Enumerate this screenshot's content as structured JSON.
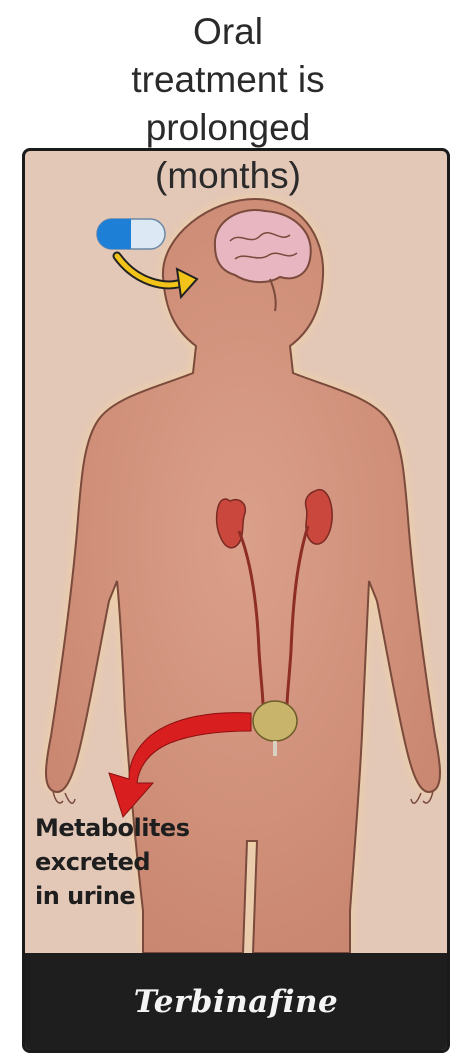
{
  "title": {
    "line1": "Oral",
    "line2": "treatment is",
    "line3": "prolonged",
    "line4": "(months)"
  },
  "caption": {
    "line1": "Metabolites",
    "line2": "excreted",
    "line3": "in urine"
  },
  "drug": {
    "name": "Terbinafine"
  },
  "colors": {
    "background": "#e3c7b7",
    "body": "#d4977f",
    "body_glow": "#f7d79a",
    "kidney": "#c9473d",
    "bladder": "#c8b46a",
    "arrow": "#d81e1e",
    "capsule_blue": "#1e7fd6",
    "curved_arrow": "#f2c419",
    "footer": "#1e1e1e"
  }
}
